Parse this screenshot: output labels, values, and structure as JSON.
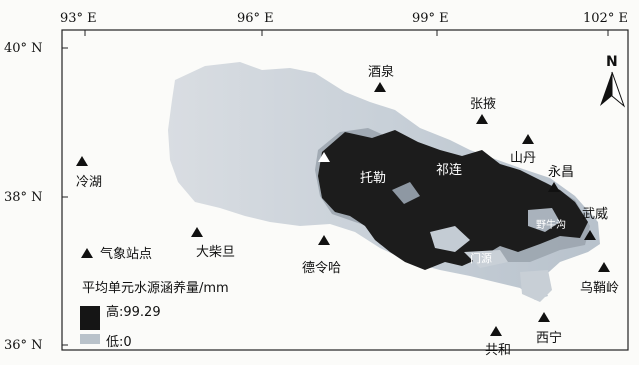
{
  "coords": {
    "lon": [
      "93° E",
      "96° E",
      "99° E",
      "102° E"
    ],
    "lat": [
      "40° N",
      "38° N",
      "36° N"
    ]
  },
  "stations": [
    {
      "name": "酒泉"
    },
    {
      "name": "张掖"
    },
    {
      "name": "山丹"
    },
    {
      "name": "永昌"
    },
    {
      "name": "冷湖"
    },
    {
      "name": "大柴旦"
    },
    {
      "name": "德令哈"
    },
    {
      "name": "武威"
    },
    {
      "name": "乌鞘岭"
    },
    {
      "name": "西宁"
    },
    {
      "name": "共和"
    }
  ],
  "region_labels": [
    "托勒",
    "祁连",
    "野牛沟",
    "门源"
  ],
  "legend": {
    "station_label": "气象站点",
    "title": "平均单元水源涵养量/mm",
    "high": "高:99.29",
    "low": "低:0"
  },
  "north": "N",
  "colors": {
    "dark": "#1c1c1c",
    "light": "#d5dadf",
    "frame": "#222222"
  }
}
